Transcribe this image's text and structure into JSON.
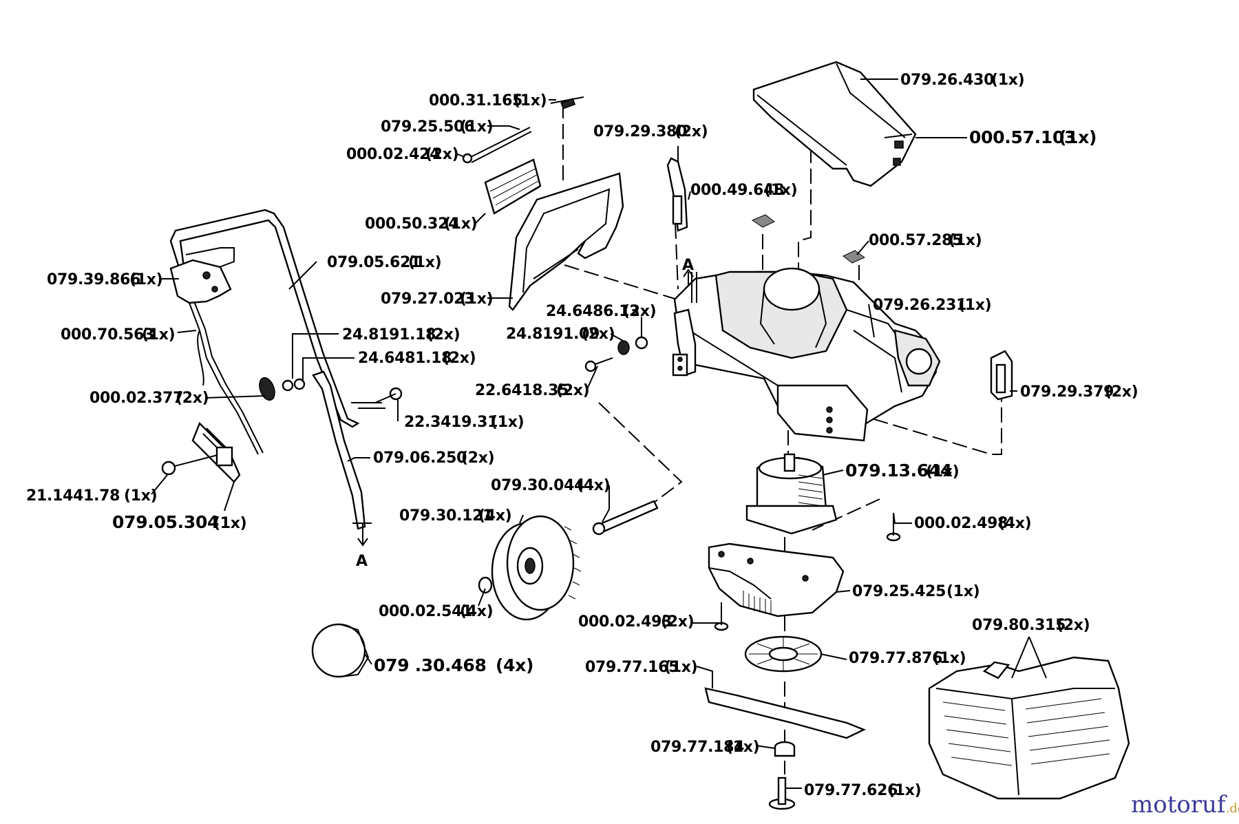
{
  "parts": [
    {
      "id": "p1",
      "number": "079.26.430",
      "qty": "(1x)"
    },
    {
      "id": "p2",
      "number": "000.57.103",
      "qty": "(1x)"
    },
    {
      "id": "p3",
      "number": "000.31.165",
      "qty": "(1x)"
    },
    {
      "id": "p4",
      "number": "079.25.506",
      "qty": "(1x)"
    },
    {
      "id": "p5",
      "number": "000.02.424",
      "qty": "(2x)"
    },
    {
      "id": "p6",
      "number": "079.29.380",
      "qty": "(2x)"
    },
    {
      "id": "p7",
      "number": "000.49.648",
      "qty": "(1x)"
    },
    {
      "id": "p8",
      "number": "000.50.324",
      "qty": "(1x)"
    },
    {
      "id": "p9",
      "number": "000.57.285",
      "qty": "(1x)"
    },
    {
      "id": "p10",
      "number": "079.05.621",
      "qty": "(1x)"
    },
    {
      "id": "p11",
      "number": "079.39.866",
      "qty": "(1x)"
    },
    {
      "id": "p12",
      "number": "079.27.023",
      "qty": "(1x)"
    },
    {
      "id": "p13",
      "number": "079.26.231",
      "qty": "(1x)"
    },
    {
      "id": "p14",
      "number": "24.6486.13",
      "qty": "(2x)"
    },
    {
      "id": "p15",
      "number": "24.8191.09",
      "qty": "(2x)"
    },
    {
      "id": "p16",
      "number": "000.70.563",
      "qty": "(1x)"
    },
    {
      "id": "p17",
      "number": "24.8191.18",
      "qty": "(2x)"
    },
    {
      "id": "p18",
      "number": "24.6481.18",
      "qty": "(2x)"
    },
    {
      "id": "p19",
      "number": "000.02.377",
      "qty": "(2x)"
    },
    {
      "id": "p20",
      "number": "22.6418.35",
      "qty": "(2x)"
    },
    {
      "id": "p21",
      "number": "079.29.379",
      "qty": "(2x)"
    },
    {
      "id": "p22",
      "number": "22.3419.31",
      "qty": "(1x)"
    },
    {
      "id": "p23",
      "number": "079.06.250",
      "qty": "(2x)"
    },
    {
      "id": "p24",
      "number": "079.13.644",
      "qty": "(1x)"
    },
    {
      "id": "p25",
      "number": "079.30.044",
      "qty": "(4x)"
    },
    {
      "id": "p26",
      "number": "21.1441.78",
      "qty": "(1x)"
    },
    {
      "id": "p27",
      "number": "079.05.304",
      "qty": "(1x)"
    },
    {
      "id": "p28",
      "number": "079.30.121",
      "qty": "(4x)"
    },
    {
      "id": "p29",
      "number": "000.02.498",
      "qty": "(4x)"
    },
    {
      "id": "p30",
      "number": "079.25.425",
      "qty": "(1x)"
    },
    {
      "id": "p31",
      "number": "000.02.541",
      "qty": "(4x)"
    },
    {
      "id": "p32",
      "number": "000.02.493",
      "qty": "(2x)"
    },
    {
      "id": "p33",
      "number": "079.80.315",
      "qty": "(2x)"
    },
    {
      "id": "p34",
      "number": "079.77.876",
      "qty": "(1x)"
    },
    {
      "id": "p35",
      "number": "079 .30.468",
      "qty": "(4x)"
    },
    {
      "id": "p36",
      "number": "079.77.165",
      "qty": "(1x)"
    },
    {
      "id": "p37",
      "number": "079.77.184",
      "qty": "(1x)"
    },
    {
      "id": "p38",
      "number": "079.77.626",
      "qty": "(1x)"
    }
  ],
  "markers": {
    "section_a_top": "A",
    "section_a_bottom": "A"
  },
  "watermark": {
    "brand": "motoruf",
    "suffix": ".de"
  }
}
